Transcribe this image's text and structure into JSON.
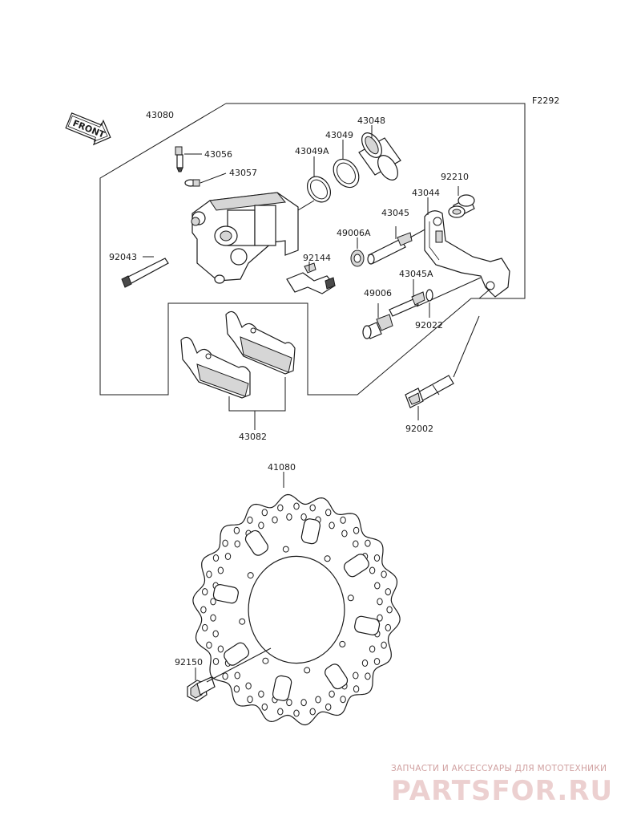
{
  "diagram": {
    "code": "F2292",
    "front_label": "FRONT",
    "parts": {
      "caliper_assy": "43080",
      "bleeder_valve": "43056",
      "bleeder_cap": "43057",
      "piston_seal_a": "43049A",
      "piston_seal": "43049",
      "piston": "43048",
      "caliper_bolt": "92043",
      "pad_spring": "92144",
      "boot_a": "49006A",
      "pin_a": "43045",
      "boot": "49006",
      "pin_b": "43045A",
      "holder": "43044",
      "collar": "92210",
      "circlip": "92022",
      "mount_bolt": "92002",
      "brake_pads": "43082",
      "brake_disc": "41080",
      "disc_bolt": "92150"
    }
  },
  "watermark": {
    "tagline": "ЗАПЧАСТИ И АКСЕССУАРЫ ДЛЯ МОТОТЕХНИКИ",
    "logo": "PARTSFOR.RU"
  }
}
